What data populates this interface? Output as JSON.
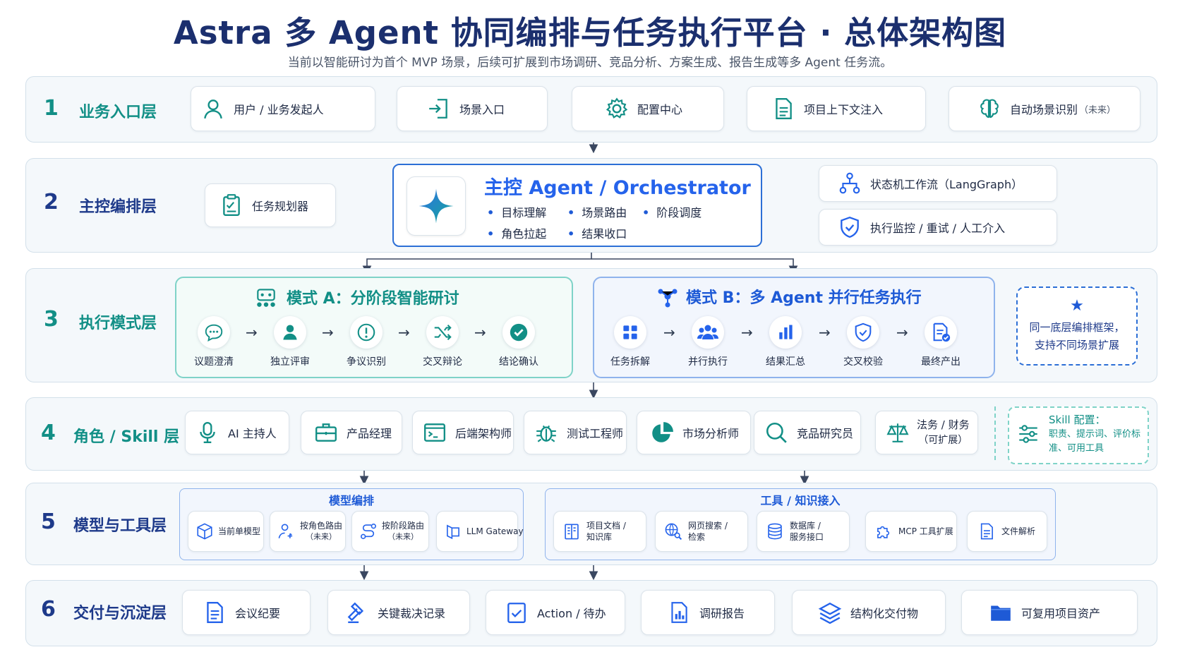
{
  "header": {
    "title": "Astra 多 Agent 协同编排与任务执行平台 · 总体架构图",
    "subtitle": "当前以智能研讨为首个 MVP 场景，后续可扩展到市场调研、竞品分析、方案生成、报告生成等多 Agent 任务流。"
  },
  "layers": [
    {
      "num": "1",
      "name": "业务入口层",
      "items": [
        {
          "icon": "user-icon",
          "label": "用户 / 业务发起人"
        },
        {
          "icon": "login-icon",
          "label": "场景入口"
        },
        {
          "icon": "gear-icon",
          "label": "配置中心"
        },
        {
          "icon": "document-icon",
          "label": "项目上下文注入"
        },
        {
          "icon": "brain-icon",
          "label": "自动场景识别",
          "note": "（未来）"
        }
      ]
    },
    {
      "num": "2",
      "name": "主控编排层",
      "planner": "任务规划器",
      "orchestrator": {
        "title": "主控 Agent / Orchestrator",
        "bullets": [
          "目标理解",
          "场景路由",
          "阶段调度",
          "角色拉起",
          "结果收口"
        ]
      },
      "right": [
        {
          "icon": "workflow-icon",
          "label": "状态机工作流（LangGraph）"
        },
        {
          "icon": "shield-icon",
          "label": "执行监控 / 重试 / 人工介入"
        }
      ]
    },
    {
      "num": "3",
      "name": "执行模式层",
      "modeA": {
        "title": "模式 A：分阶段智能研讨",
        "steps": [
          {
            "icon": "chat-icon",
            "label": "议题澄清"
          },
          {
            "icon": "person-icon",
            "label": "独立评审"
          },
          {
            "icon": "alert-icon",
            "label": "争议识别"
          },
          {
            "icon": "shuffle-icon",
            "label": "交叉辩论"
          },
          {
            "icon": "check-icon",
            "label": "结论确认"
          }
        ]
      },
      "modeB": {
        "title": "模式 B：多 Agent 并行任务执行",
        "steps": [
          {
            "icon": "grid-icon",
            "label": "任务拆解"
          },
          {
            "icon": "team-icon",
            "label": "并行执行"
          },
          {
            "icon": "bar-chart-icon",
            "label": "结果汇总"
          },
          {
            "icon": "shield-check-icon",
            "label": "交叉校验"
          },
          {
            "icon": "output-icon",
            "label": "最终产出"
          }
        ]
      },
      "note": "同一底层编排框架，支持不同场景扩展"
    },
    {
      "num": "4",
      "name": "角色 / Skill 层",
      "items": [
        {
          "icon": "mic-icon",
          "label": "AI 主持人"
        },
        {
          "icon": "briefcase-icon",
          "label": "产品经理"
        },
        {
          "icon": "terminal-icon",
          "label": "后端架构师"
        },
        {
          "icon": "bug-icon",
          "label": "测试工程师"
        },
        {
          "icon": "pie-icon",
          "label": "市场分析师"
        },
        {
          "icon": "search-icon",
          "label": "竞品研究员"
        },
        {
          "icon": "scale-icon",
          "label": "法务 / 财务",
          "note": "（可扩展）"
        }
      ],
      "skill": {
        "title": "Skill 配置：",
        "desc": "职责、提示词、评价标准、可用工具"
      }
    },
    {
      "num": "5",
      "name": "模型与工具层",
      "models": {
        "title": "模型编排",
        "items": [
          {
            "icon": "cube-icon",
            "label": "当前单模型"
          },
          {
            "icon": "route-person-icon",
            "label": "按角色路由",
            "note": "（未来）"
          },
          {
            "icon": "route-icon",
            "label": "按阶段路由",
            "note": "（未来）"
          },
          {
            "icon": "gateway-icon",
            "label": "LLM Gateway"
          }
        ]
      },
      "tools": {
        "title": "工具 / 知识接入",
        "items": [
          {
            "icon": "book-icon",
            "label": "项目文档 /",
            "note": "知识库"
          },
          {
            "icon": "web-search-icon",
            "label": "网页搜索 /",
            "note": "检索"
          },
          {
            "icon": "database-icon",
            "label": "数据库 /",
            "note": "服务接口"
          },
          {
            "icon": "puzzle-icon",
            "label": "MCP 工具扩展"
          },
          {
            "icon": "file-icon",
            "label": "文件解析"
          }
        ]
      }
    },
    {
      "num": "6",
      "name": "交付与沉淀层",
      "items": [
        {
          "icon": "notes-icon",
          "label": "会议纪要"
        },
        {
          "icon": "gavel-icon",
          "label": "关键裁决记录"
        },
        {
          "icon": "todo-icon",
          "label": "Action / 待办"
        },
        {
          "icon": "report-icon",
          "label": "调研报告"
        },
        {
          "icon": "layers-icon",
          "label": "结构化交付物"
        },
        {
          "icon": "folder-icon",
          "label": "可复用项目资产"
        }
      ]
    }
  ],
  "colors": {
    "teal": "#128f86",
    "navy": "#1e3a8a",
    "blue": "#2563eb",
    "modeA_border": "#7fd3c8",
    "modeB_border": "#8fb3ec"
  }
}
